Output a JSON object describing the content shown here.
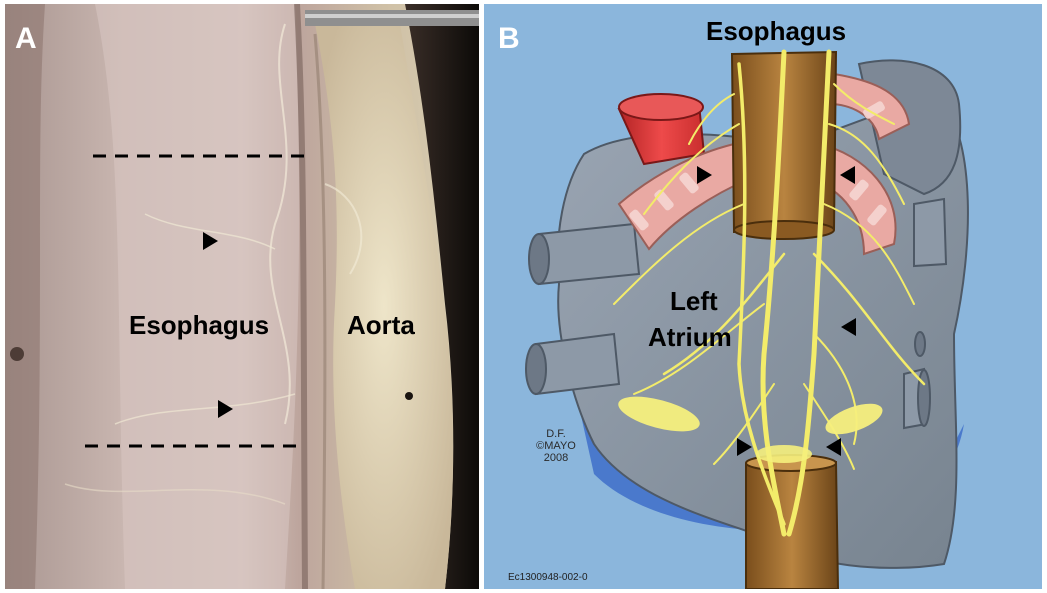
{
  "panel_a": {
    "letter": "A",
    "labels": {
      "esophagus": "Esophagus",
      "aorta": "Aorta"
    },
    "arrowheads": [
      "right",
      "right"
    ],
    "dashed_lines": 2
  },
  "panel_b": {
    "letter": "B",
    "labels": {
      "esophagus": "Esophagus",
      "left": "Left",
      "atrium": "Atrium"
    },
    "credit": {
      "line1": "D.F.",
      "line2": "©MAYO",
      "line3": "2008"
    },
    "reference_code": "Ec1300948-002-0",
    "arrowheads": [
      "right",
      "left",
      "left",
      "right",
      "left"
    ]
  },
  "colors": {
    "background_b": "#8bb6dc",
    "nerves": "#f3ec6a",
    "esophagus_tube": "#a06b2a",
    "atrium": "#8b98a8",
    "pulmonary_artery": "#d9393a",
    "bronchi": "#e9a9a3"
  }
}
